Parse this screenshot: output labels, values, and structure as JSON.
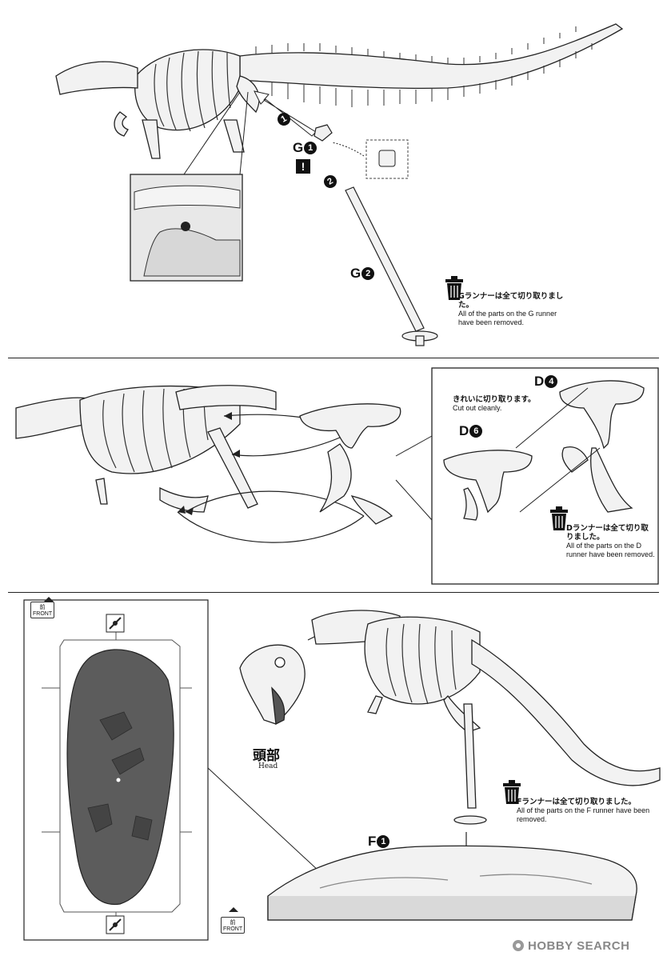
{
  "step1": {
    "label_g1_part": "G",
    "label_g1_num": "1",
    "label_g2_part": "G",
    "label_g2_num": "2",
    "step_a": "1",
    "step_b": "2",
    "note_jp": "Gランナーは全て切り取りました。",
    "note_en": "All of the parts on the G runner have been removed."
  },
  "step2": {
    "label_d4_part": "D",
    "label_d4_num": "4",
    "label_d6_part": "D",
    "label_d6_num": "6",
    "cut_jp": "きれいに切り取ります。",
    "cut_en": "Cut out cleanly.",
    "note_jp": "Dランナーは全て切り取りました。",
    "note_en": "All of the parts on the D runner have been removed."
  },
  "step3": {
    "front_jp": "前",
    "front_en": "FRONT",
    "head_jp": "頭部",
    "head_en": "Head",
    "label_f1_part": "F",
    "label_f1_num": "1",
    "note_jp": "Fランナーは全て切り取りました。",
    "note_en": "All of the parts on the F runner have been removed."
  },
  "watermark": "HOBBY SEARCH",
  "colors": {
    "line": "#222222",
    "bone": "#f2f2f2",
    "rock": "#5c5c5c",
    "shade": "#bbbbbb"
  }
}
